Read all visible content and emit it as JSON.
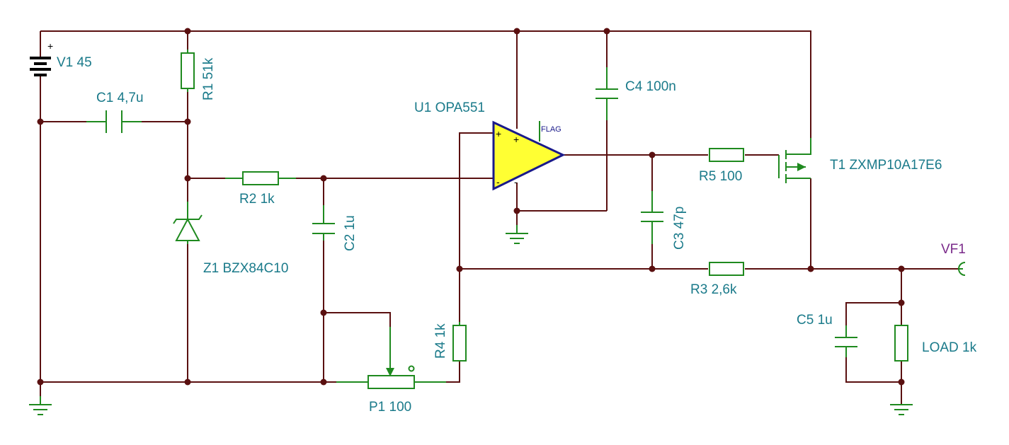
{
  "components": {
    "V1": "V1 45",
    "R1": "R1 51k",
    "C1": "C1 4,7u",
    "R2": "R2 1k",
    "Z1": "Z1 BZX84C10",
    "C2": "C2 1u",
    "U1": "U1 OPA551",
    "C4": "C4 100n",
    "flag": "FLAG",
    "C3": "C3 47p",
    "R5": "R5 100",
    "T1": "T1 ZXMP10A17E6",
    "R3": "R3 2,6k",
    "R4": "R4 1k",
    "P1": "P1 100",
    "C5": "C5 1u",
    "LOAD": "LOAD 1k",
    "VF1": "VF1"
  },
  "signs": {
    "battery_plus": "+",
    "opamp_plus_in": "+",
    "opamp_plus_supply": "+",
    "opamp_minus_in": "-",
    "opamp_minus_supply": "-"
  },
  "colors": {
    "wire": "#5a1010",
    "component": "#1f8a1f",
    "label": "#1a7a8a",
    "opamp_fill": "#ffff33",
    "opamp_outline": "#1a1a8a",
    "meter_label": "#7a2a8a"
  }
}
